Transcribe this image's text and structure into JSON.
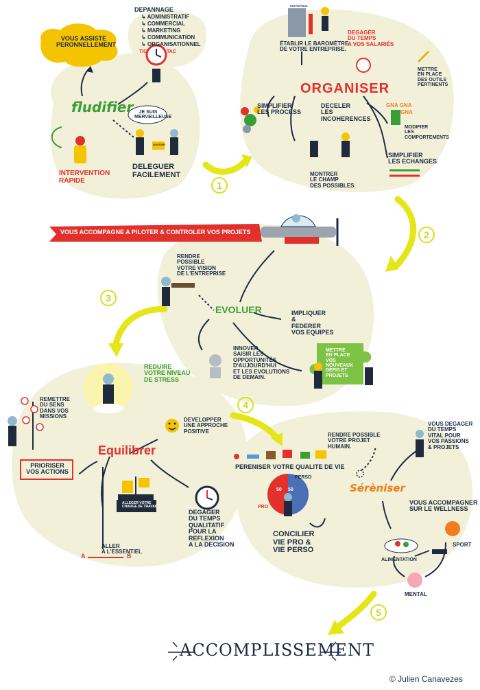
{
  "palette": {
    "blob": "#f2f0d8",
    "ink": "#1c2a44",
    "red": "#e2312c",
    "green": "#3a9d36",
    "yellow": "#e4e618",
    "orange": "#ef7d1d",
    "character_skin": "#8fb9cc",
    "suit": "#1f2a3d"
  },
  "section1": {
    "keyword": "fludifier",
    "cloud": "VOUS ASSISTE\nPERONNELLEMENT",
    "services_title": "DEPANNAGE",
    "services": [
      "ADMINISTRATIF",
      "COMMERCIAL",
      "MARKETING",
      "COMMUNICATION",
      "ORGANISATIONNEL"
    ],
    "tic": "TIC",
    "tac": "TAC",
    "bubble": "JE SUIS\nMERVEILLEUSE",
    "dossier": "DOSSIER",
    "intervention": "INTERVENTION\nRAPIDE",
    "delegate": "DELEGUER\nFACILEMENT"
  },
  "section2": {
    "keyword": "ORGANISER",
    "building": "ENTREPRISE",
    "barometer": "ÉTABLIR LE BAROMÈTRE\nDE VOTRE ENTREPRISE.",
    "free_time": "DEGAGER\nDU TEMPS\nA VOS SALARIÉS",
    "tools": "METTRE\nEN PLACE\nDES OUTILS\nPERTINENTS",
    "simplify_process": "SIMPLIFIER\nLES PROCESS",
    "detect": "DECELER\nLES\nINCOHERENCES",
    "gna": "GNA GNA",
    "gna2": "GNA",
    "behaviours": "MODIFIER\nLES\nCOMPORTEMENTS",
    "simplify_exchanges": "SIMPLIFIER\nLES ECHANGES",
    "show_possibilities": "MONTRER\nLE CHAMP\nDES POSSIBLES"
  },
  "banner": "VOUS ACCOMPAGNE A PILOTER & CONTROLER VOS PROJETS",
  "section3": {
    "keyword": "EVOLUER",
    "vision": "RENDRE\nPOSSIBLE\nVOTRE VISION\nDE L'ENTREPRISE",
    "involve": "IMPLIQUER\n&\nFEDERER\nVOS EQUIPES",
    "innovate": "INNOVER\nSAISIR LES\nOPPORTUNITÉS\nD'AUJOURD'HUI\nET LES EVOLUTIONS\nDE DEMAIN.",
    "puzzle": "METTRE\nEN PLACE\nVOS\nNOUVEAUX\nDÉFIS ET\nPROJETS"
  },
  "section4": {
    "keyword": "Equilibrer",
    "stress": "REDUIRE\nVOTRE NIVEAU\nDE STRESS",
    "meaning": "REMETTRE\nDU SENS\nDANS VOS\nMISSIONS",
    "positive": "DEVELOPPER\nUNE APPROCHE\nPOSITIVE",
    "prioritize": "PRIORISER\nVOS ACTIONS",
    "lighten": "ALLEGER VOTRE\nCHARGE DE TRAVAIL",
    "essential": "ALLER\nA L'ESSENTIEL",
    "a": "A",
    "b": "B",
    "quality_time": "DEGAGER\nDU TEMPS\nQUALITATIF\nPOUR LA\nREFLEXION\nA LA DECISION"
  },
  "section5": {
    "keyword": "Sérèniser",
    "human": "RENDRE POSSIBLE\nVOTRE PROJET\nHUMAIN.",
    "vital": "VOUS DEGAGER\nDU TEMPS\nVITAL POUR\nVOS PASSIONS\n& PROJETS",
    "quality_life": "PERENISER VOTRE QUALITE DE VIE",
    "perso": "PERSO",
    "pro": "PRO",
    "fifty_a": "50",
    "fifty_b": "50",
    "reconcile": "CONCILIER\nVIE PRO &\nVIE PERSO",
    "wellness": "VOUS ACCOMPAGNER\nSUR LE WELLNESS",
    "food": "ALIMENTATION",
    "sport": "SPORT",
    "mental": "MENTAL"
  },
  "numbers": [
    "1",
    "2",
    "3",
    "4",
    "5"
  ],
  "final": "ACCOMPLISSEMENT",
  "credit": "© Julien Canavezes"
}
